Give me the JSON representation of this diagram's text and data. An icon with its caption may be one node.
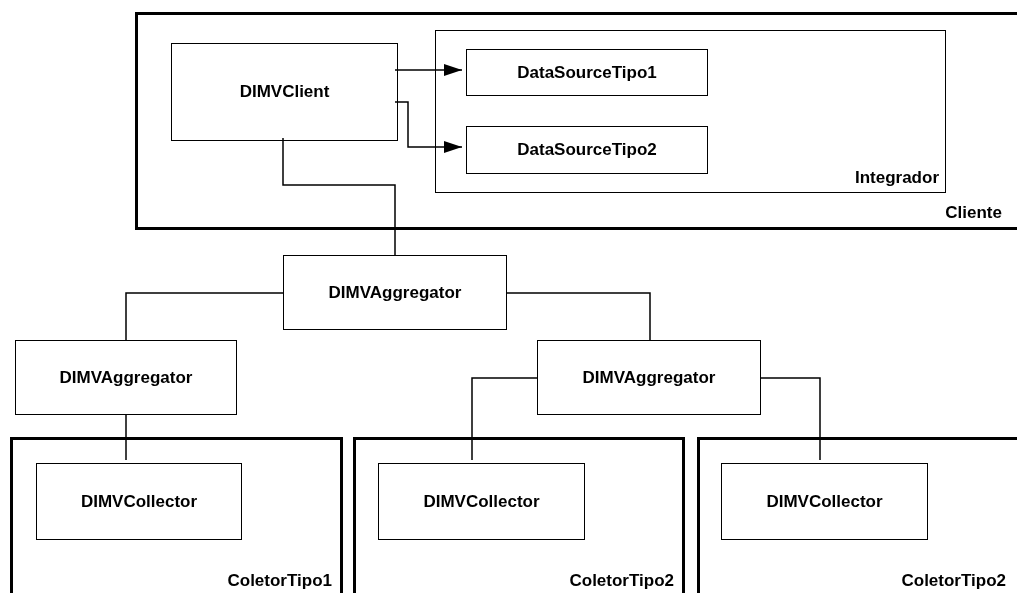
{
  "diagram": {
    "nodes": [
      {
        "text": [
          "Cliente"
        ]
      },
      {
        "text": [
          "DIMVClient"
        ],
        "in": 0
      },
      {
        "text": [
          "Integrador"
        ],
        "in": 0
      },
      {
        "text": [
          "DataSourceTipo1"
        ],
        "in": 2
      },
      {
        "text": [
          "DataSourceTipo2"
        ],
        "in": 2
      },
      {
        "text": [
          "DIMVAggregator"
        ]
      },
      {
        "text": [
          "DIMVAggregator"
        ]
      },
      {
        "text": [
          "DIMVAggregator"
        ]
      },
      {
        "text": [
          "ColetorTipo1"
        ]
      },
      {
        "text": [
          "DIMVCollector"
        ],
        "in": 8
      },
      {
        "text": [
          "ColetorTipo2"
        ]
      },
      {
        "text": [
          "DIMVCollector"
        ],
        "in": 10
      },
      {
        "text": [
          "ColetorTipo2"
        ]
      },
      {
        "text": [
          "DIMVCollector"
        ],
        "in": 12
      }
    ],
    "edges": [
      {
        "from": 1,
        "to": 3,
        "arrow": "to"
      },
      {
        "from": 1,
        "to": 4,
        "arrow": "to"
      },
      {
        "from": 1,
        "to": 5,
        "arrow": "none"
      },
      {
        "from": 5,
        "to": 6,
        "arrow": "none"
      },
      {
        "from": 5,
        "to": 7,
        "arrow": "none"
      },
      {
        "from": 6,
        "to": 9,
        "arrow": "none"
      },
      {
        "from": 7,
        "to": 11,
        "arrow": "none"
      },
      {
        "from": 7,
        "to": 13,
        "arrow": "none"
      }
    ]
  }
}
